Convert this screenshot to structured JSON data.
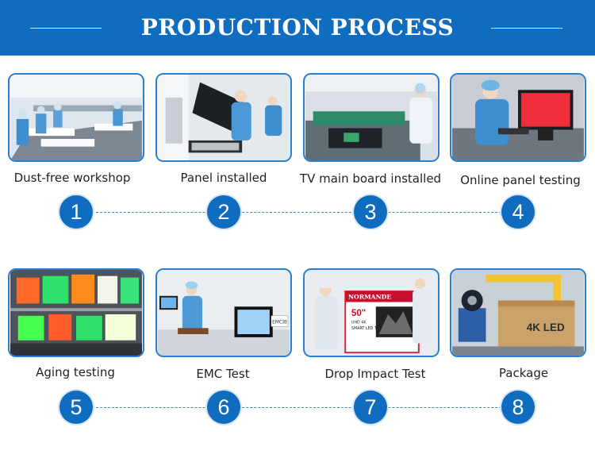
{
  "header": {
    "title": "PRODUCTION PROCESS"
  },
  "steps": [
    {
      "number": "1",
      "label": "Dust-free workshop"
    },
    {
      "number": "2",
      "label": "Panel installed"
    },
    {
      "number": "3",
      "label": "TV main board installed"
    },
    {
      "number": "4",
      "label": "Online panel testing"
    },
    {
      "number": "5",
      "label": "Aging testing"
    },
    {
      "number": "6",
      "label": "EMC Test"
    },
    {
      "number": "7",
      "label": "Drop Impact Test"
    },
    {
      "number": "8",
      "label": "Package"
    }
  ],
  "photo_text": {
    "emc_sign": "EMC测",
    "brand": "NORMANDE",
    "size": "50\"",
    "model_line1": "UHD 4K",
    "model_line2": "SMART LED TV",
    "package_label": "4K LED"
  },
  "colors": {
    "header": "#0f6cbf",
    "accent": "#2a7fd0",
    "circle": "#0f6cbf"
  }
}
